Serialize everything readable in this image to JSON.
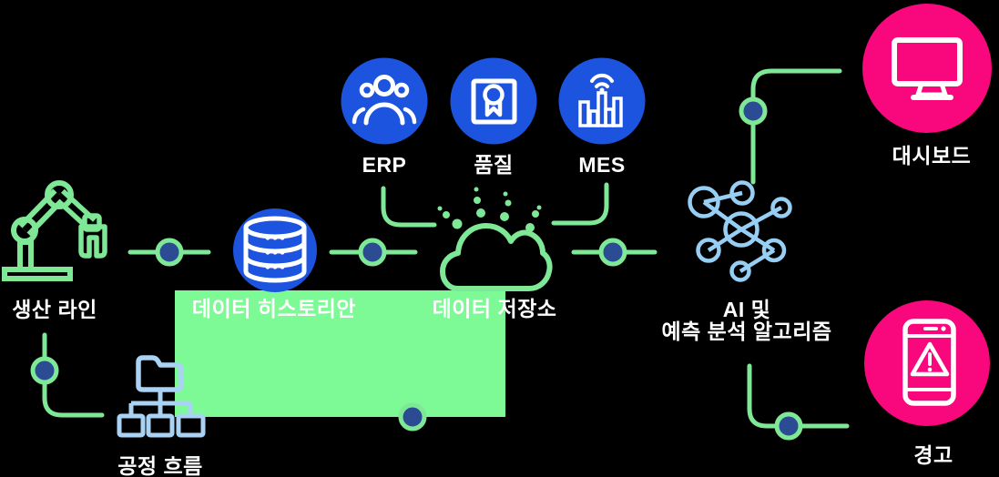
{
  "colors": {
    "background": "#000000",
    "node_blue": "#1C54E0",
    "node_pink": "#F8087C",
    "line_green": "#7EE897",
    "box_green": "#7DFA96",
    "dot_navy": "#2B4C93",
    "flow_blue": "#A9D2F4",
    "ai_blue": "#97CFF4",
    "label_white": "#FFFFFF"
  },
  "nodes": {
    "erp": {
      "label": "ERP"
    },
    "quality": {
      "label": "품질"
    },
    "mes": {
      "label": "MES"
    },
    "production_line": {
      "label": "생산 라인"
    },
    "data_historian": {
      "label": "데이터 히스토리안"
    },
    "data_storage": {
      "label": "데이터 저장소"
    },
    "ai_analytics": {
      "label_line1": "AI 및",
      "label_line2": "예측 분석 알고리즘"
    },
    "dashboard": {
      "label": "대시보드"
    },
    "alert": {
      "label": "경고"
    },
    "process_flow": {
      "label": "공정 흐름"
    }
  }
}
